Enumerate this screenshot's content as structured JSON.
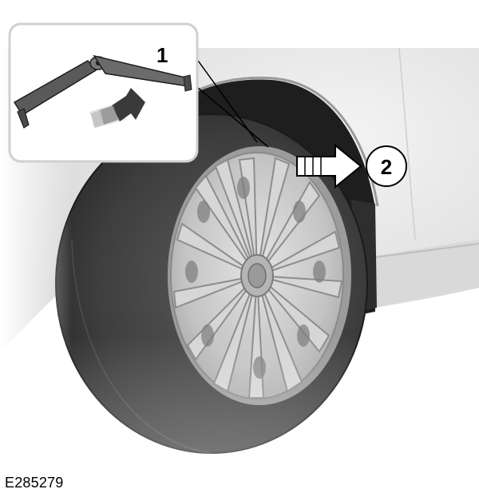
{
  "callouts": {
    "step_1": "1",
    "step_2": "2"
  },
  "figure_code": "E285279",
  "colors": {
    "tire": "#3f3f3f",
    "tire_shadow": "#262626",
    "wheel_cover": "#c6c6c6",
    "car_body": "#e8e8e8",
    "arrow_outline": "#000000",
    "inset_border": "#d0d0d0"
  }
}
